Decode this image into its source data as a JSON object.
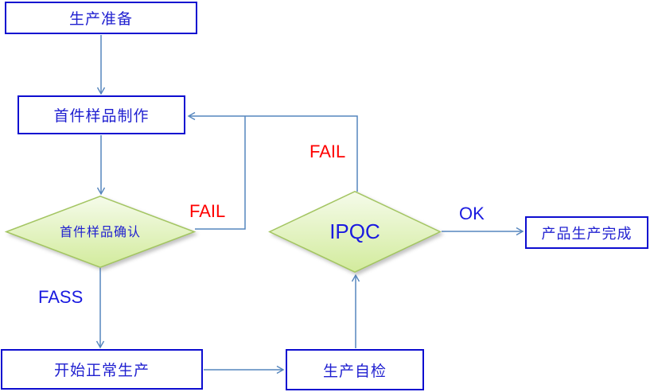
{
  "flowchart": {
    "nodes": {
      "production_prep": {
        "label": "生产准备",
        "type": "process"
      },
      "first_sample_make": {
        "label": "首件样品制作",
        "type": "process"
      },
      "first_sample_confirm": {
        "label": "首件样品确认",
        "type": "decision"
      },
      "ipqc": {
        "label": "IPQC",
        "type": "decision"
      },
      "start_normal_production": {
        "label": "开始正常生产",
        "type": "process"
      },
      "production_self_check": {
        "label": "生产自检",
        "type": "process"
      },
      "product_complete": {
        "label": "产品生产完成",
        "type": "process"
      }
    },
    "edge_labels": {
      "first_sample_fail": "FAIL",
      "ipqc_fail": "FAIL",
      "first_sample_pass": "FASS",
      "ipqc_ok": "OK"
    },
    "edges": [
      {
        "from": "production_prep",
        "to": "first_sample_make",
        "label": ""
      },
      {
        "from": "first_sample_make",
        "to": "first_sample_confirm",
        "label": ""
      },
      {
        "from": "first_sample_confirm",
        "to": "first_sample_make",
        "label": "FAIL"
      },
      {
        "from": "first_sample_confirm",
        "to": "start_normal_production",
        "label": "FASS"
      },
      {
        "from": "start_normal_production",
        "to": "production_self_check",
        "label": ""
      },
      {
        "from": "production_self_check",
        "to": "ipqc",
        "label": ""
      },
      {
        "from": "ipqc",
        "to": "first_sample_make",
        "label": "FAIL"
      },
      {
        "from": "ipqc",
        "to": "product_complete",
        "label": "OK"
      }
    ],
    "colors": {
      "box_border": "#0d0dd0",
      "box_text": "#1f1fd0",
      "connector": "#5585bd",
      "fail_label": "#ff0000",
      "pass_label": "#1a1ae0",
      "diamond_fill_top": "#f5fbea",
      "diamond_fill_bottom": "#d2eb9c",
      "diamond_border": "#a3c561"
    }
  }
}
